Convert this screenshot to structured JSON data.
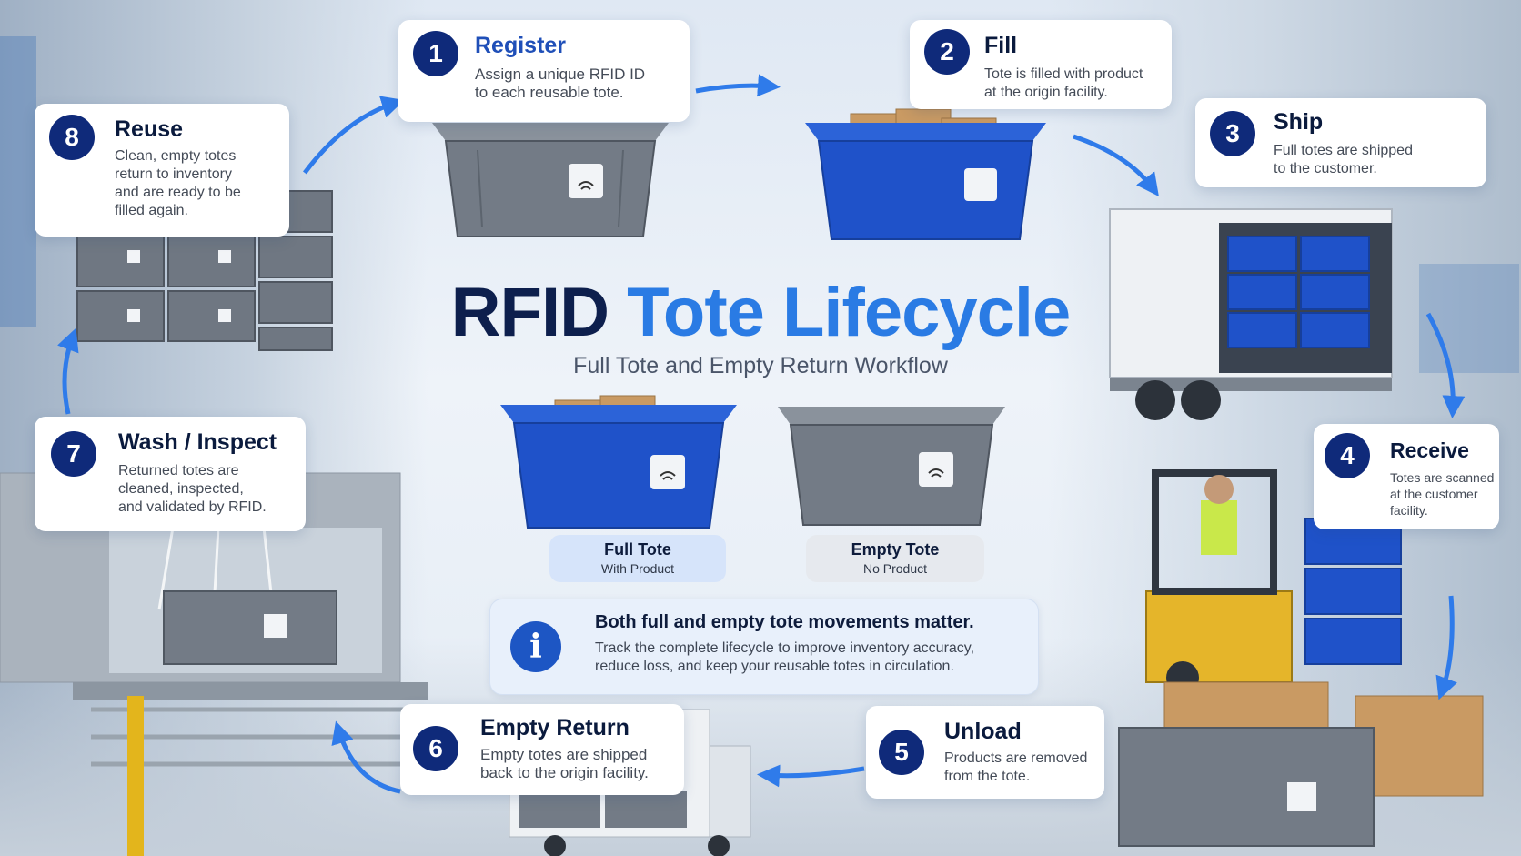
{
  "title": {
    "part1": "RFID",
    "part2": "Tote Lifecycle"
  },
  "subtitle": "Full Tote and Empty Return Workflow",
  "steps": [
    {
      "num": "1",
      "title": "Register",
      "lines": [
        "Assign a unique RFID ID",
        "to each reusable tote."
      ]
    },
    {
      "num": "2",
      "title": "Fill",
      "lines": [
        "Tote is filled with product",
        "at the origin facility."
      ]
    },
    {
      "num": "3",
      "title": "Ship",
      "lines": [
        "Full totes are shipped",
        "to the customer."
      ]
    },
    {
      "num": "4",
      "title": "Receive",
      "lines": [
        "Totes are scanned",
        "at the customer",
        "facility."
      ]
    },
    {
      "num": "5",
      "title": "Unload",
      "lines": [
        "Products are removed",
        "from the tote."
      ]
    },
    {
      "num": "6",
      "title": "Empty Return",
      "lines": [
        "Empty totes are shipped",
        "back to the origin facility."
      ]
    },
    {
      "num": "7",
      "title": "Wash / Inspect",
      "lines": [
        "Returned totes are",
        "cleaned, inspected,",
        "and validated by RFID."
      ]
    },
    {
      "num": "8",
      "title": "Reuse",
      "lines": [
        "Clean, empty totes",
        "return to inventory",
        "and are ready to be",
        "filled again."
      ]
    }
  ],
  "legend": {
    "full": {
      "label": "Full Tote",
      "sub": "With Product"
    },
    "empty": {
      "label": "Empty Tote",
      "sub": "No Product"
    }
  },
  "info": {
    "icon": "info-icon",
    "heading": "Both full and empty tote movements matter.",
    "lines": [
      "Track the complete lifecycle to improve inventory accuracy,",
      "reduce loss, and keep your reusable totes in circulation."
    ]
  },
  "colors": {
    "navy": "#0f2a7a",
    "accent_blue": "#2a7be4",
    "tote_blue": "#1f52c9",
    "tote_gray": "#6f7782",
    "arrow_blue": "#2f7bea"
  },
  "icons": [
    "rfid-tag-icon",
    "arrow-icon",
    "info-icon"
  ]
}
